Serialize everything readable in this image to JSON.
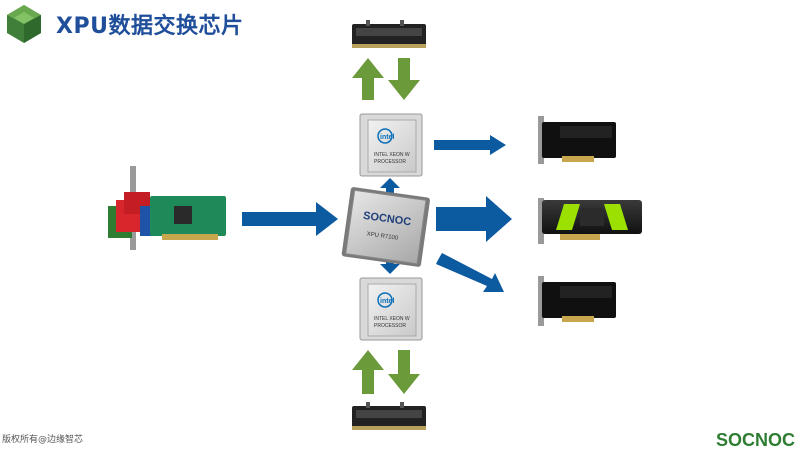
{
  "header": {
    "title": "XPU数据交换芯片"
  },
  "processors": {
    "top": {
      "brand": "intel",
      "line1": "INTEL XEON W",
      "line2": "PROCESSOR"
    },
    "bottom": {
      "brand": "intel",
      "line1": "INTEL XEON W",
      "line2": "PROCESSOR"
    }
  },
  "switch_chip": {
    "brand": "SOCNOC",
    "model": "XPU R7100"
  },
  "footer": {
    "copyright": "版权所有@边缘智芯",
    "brand": "SOCNOC"
  },
  "colors": {
    "arrow_blue": "#0c5aa0",
    "arrow_green": "#6b9a3a",
    "title_blue": "#1f4e9a",
    "brand_green": "#2e7d32",
    "gpu_accent": "#9be000"
  }
}
